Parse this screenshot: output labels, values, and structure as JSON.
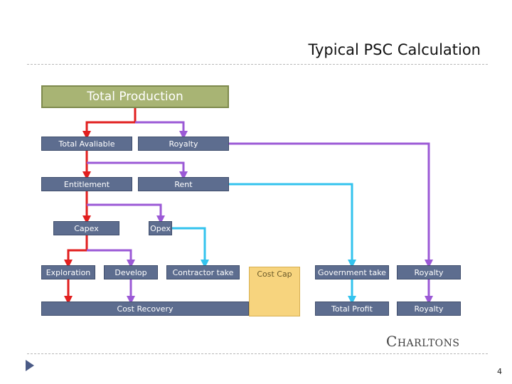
{
  "title": "Typical PSC Calculation",
  "boxes": {
    "total_production": "Total Production",
    "total_available": "Total Avaliable",
    "royalty_top": "Royalty",
    "entitlement": "Entitlement",
    "rent": "Rent",
    "capex": "Capex",
    "opex": "Opex",
    "exploration": "Exploration",
    "develop": "Develop",
    "contractor_take": "Contractor take",
    "government_take": "Government take",
    "royalty_right": "Royalty",
    "cost_cap": "Cost Cap",
    "cost_recovery": "Cost Recovery",
    "total_profit": "Total Profit",
    "royalty_bottom": "Royalty"
  },
  "logo": {
    "first_letter": "C",
    "rest": "HARLTONS"
  },
  "page_number": "4",
  "colors": {
    "red": "#e11f1f",
    "purple": "#9b59d6",
    "cyan": "#33c3ee",
    "box": "#5d6d8f",
    "green": "#a8b474",
    "yellow": "#f7d47e"
  }
}
